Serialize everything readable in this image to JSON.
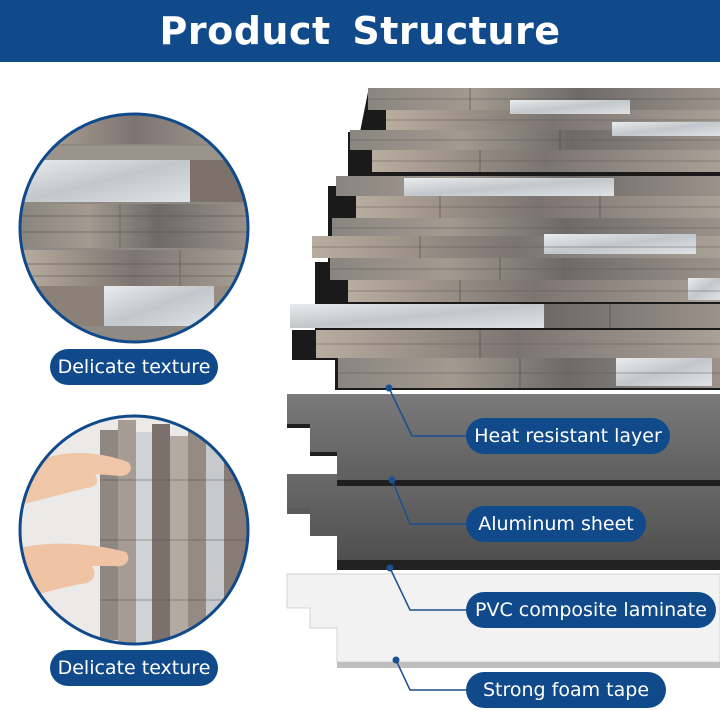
{
  "header": {
    "title": "Product Structure"
  },
  "callouts": {
    "texture_top": "Delicate texture",
    "texture_bottom": "Delicate texture"
  },
  "layers": [
    {
      "label": "Heat resistant layer"
    },
    {
      "label": "Aluminum sheet"
    },
    {
      "label": "PVC composite laminate"
    },
    {
      "label": "Strong foam tape"
    }
  ],
  "colors": {
    "brand_blue": "#114a8b",
    "heat_layer": "#6f6f6f",
    "aluminum_layer": "#5c5c5c",
    "pvc_layer": "#e6e6e6",
    "foam_layer": "#f1f1f1"
  }
}
